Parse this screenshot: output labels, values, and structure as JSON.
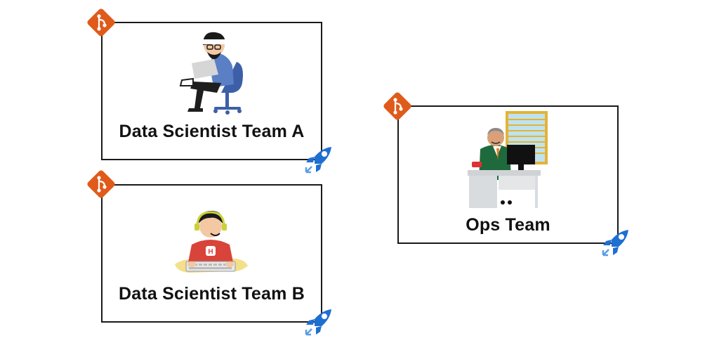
{
  "teams": {
    "team_a": {
      "label": "Data Scientist Team A"
    },
    "team_b": {
      "label": "Data Scientist Team B"
    },
    "ops": {
      "label": "Ops Team"
    }
  },
  "icons": {
    "repo": "git-icon",
    "pipeline": "pipeline-rocket-icon"
  },
  "colors": {
    "git_orange": "#e05a1a",
    "pipeline_blue": "#1f6fd1",
    "pipeline_light": "#5b9de8",
    "border": "#1a1a1a"
  }
}
